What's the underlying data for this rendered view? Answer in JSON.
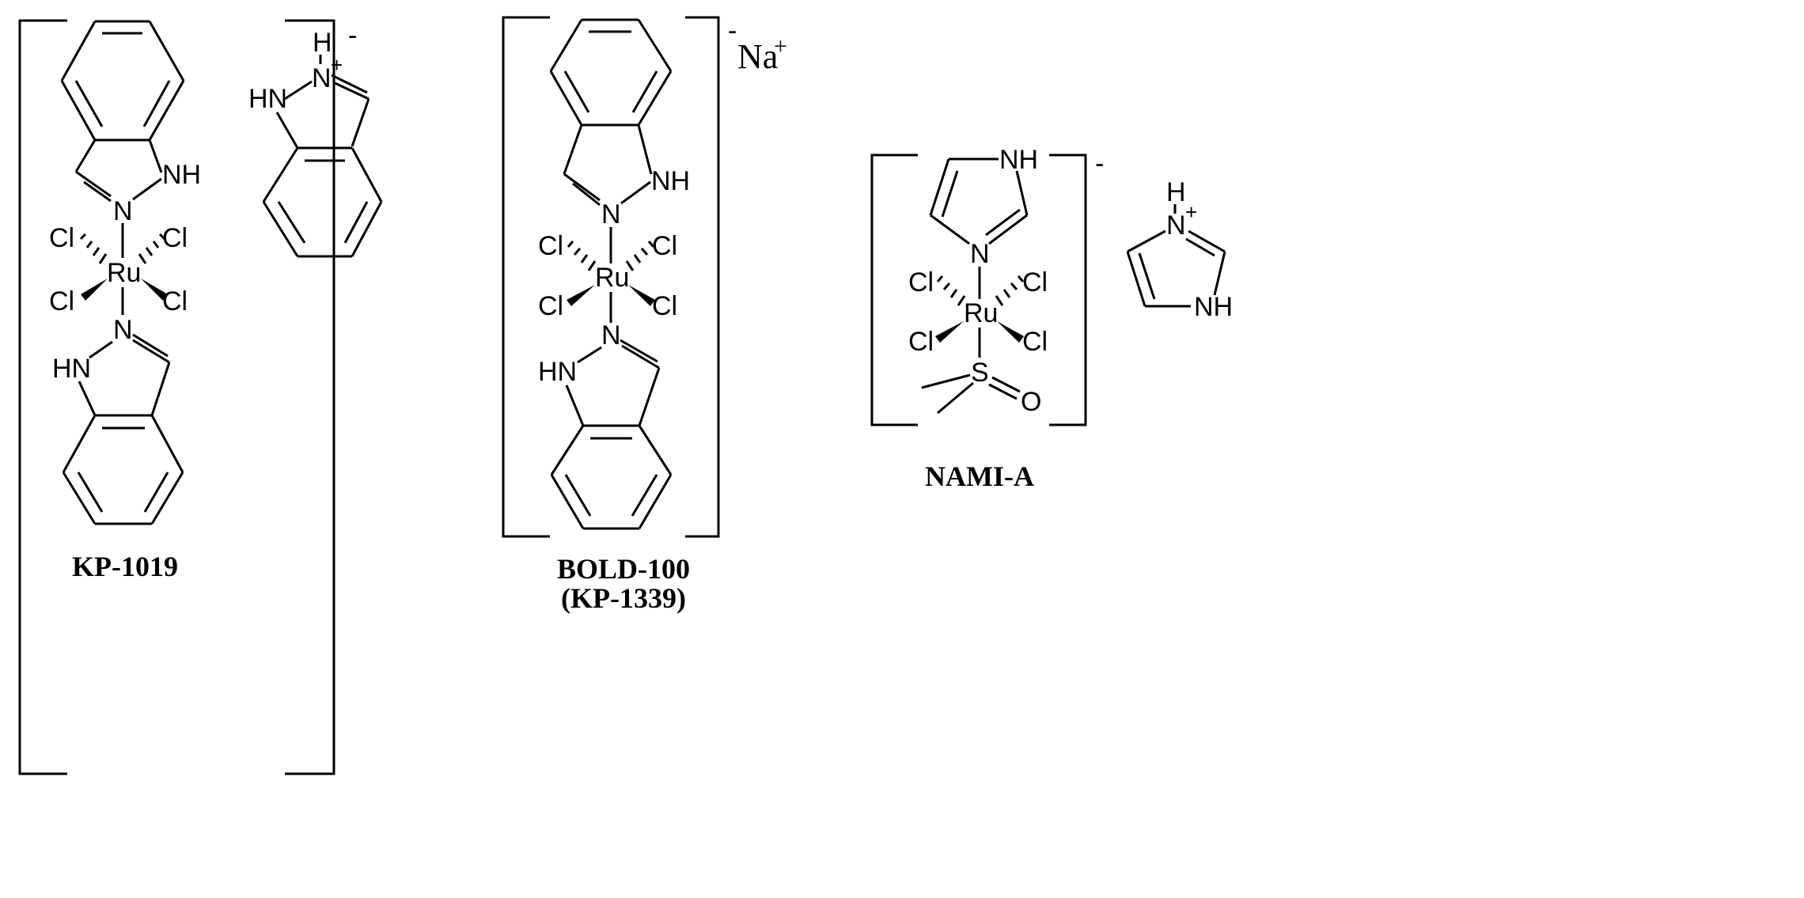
{
  "compounds": [
    {
      "caption": "KP-1019",
      "complex_charge": "-",
      "metal": "Ru",
      "chloride": "Cl",
      "nitrogen": "N",
      "nh": "NH",
      "hn": "HN",
      "counterion": {
        "h": "H",
        "n": "N",
        "plus": "+",
        "hn": "HN"
      }
    },
    {
      "caption_line1": "BOLD-100",
      "caption_line2": "(KP-1339)",
      "complex_charge": "-",
      "counterion_na": "Na",
      "counterion_plus": "+",
      "metal": "Ru",
      "chloride": "Cl",
      "nitrogen": "N",
      "nh": "NH",
      "hn": "HN"
    },
    {
      "caption": "NAMI-A",
      "complex_charge": "-",
      "metal": "Ru",
      "chloride": "Cl",
      "nitrogen": "N",
      "nh": "NH",
      "sulfur": "S",
      "oxygen": "O",
      "counterion": {
        "h": "H",
        "n": "N",
        "plus": "+",
        "nh": "NH"
      }
    }
  ]
}
